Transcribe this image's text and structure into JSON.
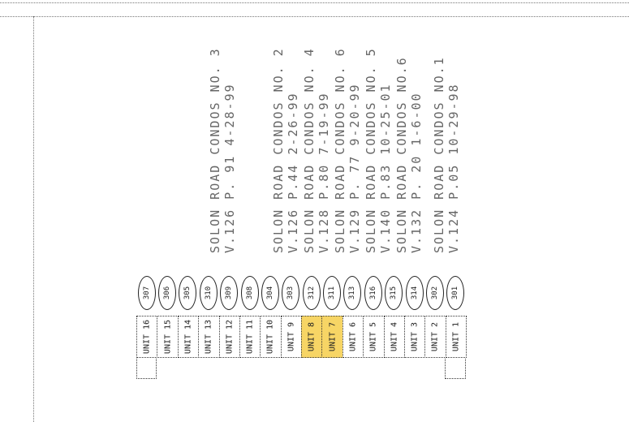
{
  "notes": [
    {
      "line1": "SOLON ROAD CONDOS NO. 3",
      "line2": "V.126 P. 91 4-28-99"
    },
    {
      "line1": "SOLON ROAD CONDOS NO. 2",
      "line2": "V.126 P.44 2-26-99"
    },
    {
      "line1": "SOLON ROAD CONDOS NO. 4",
      "line2": "V.128 P.80 7-19-99"
    },
    {
      "line1": "SOLON ROAD CONDOS NO. 6",
      "line2": "V.129 P. 77 9-20-99"
    },
    {
      "line1": "SOLON ROAD CONDOS NO. 5",
      "line2": "V.140 P.83 10-25-01"
    },
    {
      "line1": "SOLON ROAD CONDOS NO.6",
      "line2": "V.132 P. 20 1-6-00"
    },
    {
      "line1": "SOLON ROAD CONDOS NO.1",
      "line2": "V.124 P.05 10-29-98"
    }
  ],
  "units": [
    {
      "label": "UNIT 16",
      "address": "307",
      "highlight": false
    },
    {
      "label": "UNIT 15",
      "address": "306",
      "highlight": false
    },
    {
      "label": "UNIT 14",
      "address": "305",
      "highlight": false
    },
    {
      "label": "UNIT 13",
      "address": "310",
      "highlight": false
    },
    {
      "label": "UNIT 12",
      "address": "309",
      "highlight": false
    },
    {
      "label": "UNIT 11",
      "address": "308",
      "highlight": false
    },
    {
      "label": "UNIT 10",
      "address": "304",
      "highlight": false
    },
    {
      "label": "UNIT 9",
      "address": "303",
      "highlight": false
    },
    {
      "label": "UNIT 8",
      "address": "312",
      "highlight": true
    },
    {
      "label": "UNIT 7",
      "address": "311",
      "highlight": true
    },
    {
      "label": "UNIT 6",
      "address": "313",
      "highlight": false
    },
    {
      "label": "UNIT 5",
      "address": "316",
      "highlight": false
    },
    {
      "label": "UNIT 4",
      "address": "315",
      "highlight": false
    },
    {
      "label": "UNIT 3",
      "address": "314",
      "highlight": false
    },
    {
      "label": "UNIT 2",
      "address": "302",
      "highlight": false
    },
    {
      "label": "UNIT 1",
      "address": "301",
      "highlight": false
    }
  ],
  "colors": {
    "highlight": "#f7d565",
    "line": "#333333",
    "text": "#666666"
  }
}
